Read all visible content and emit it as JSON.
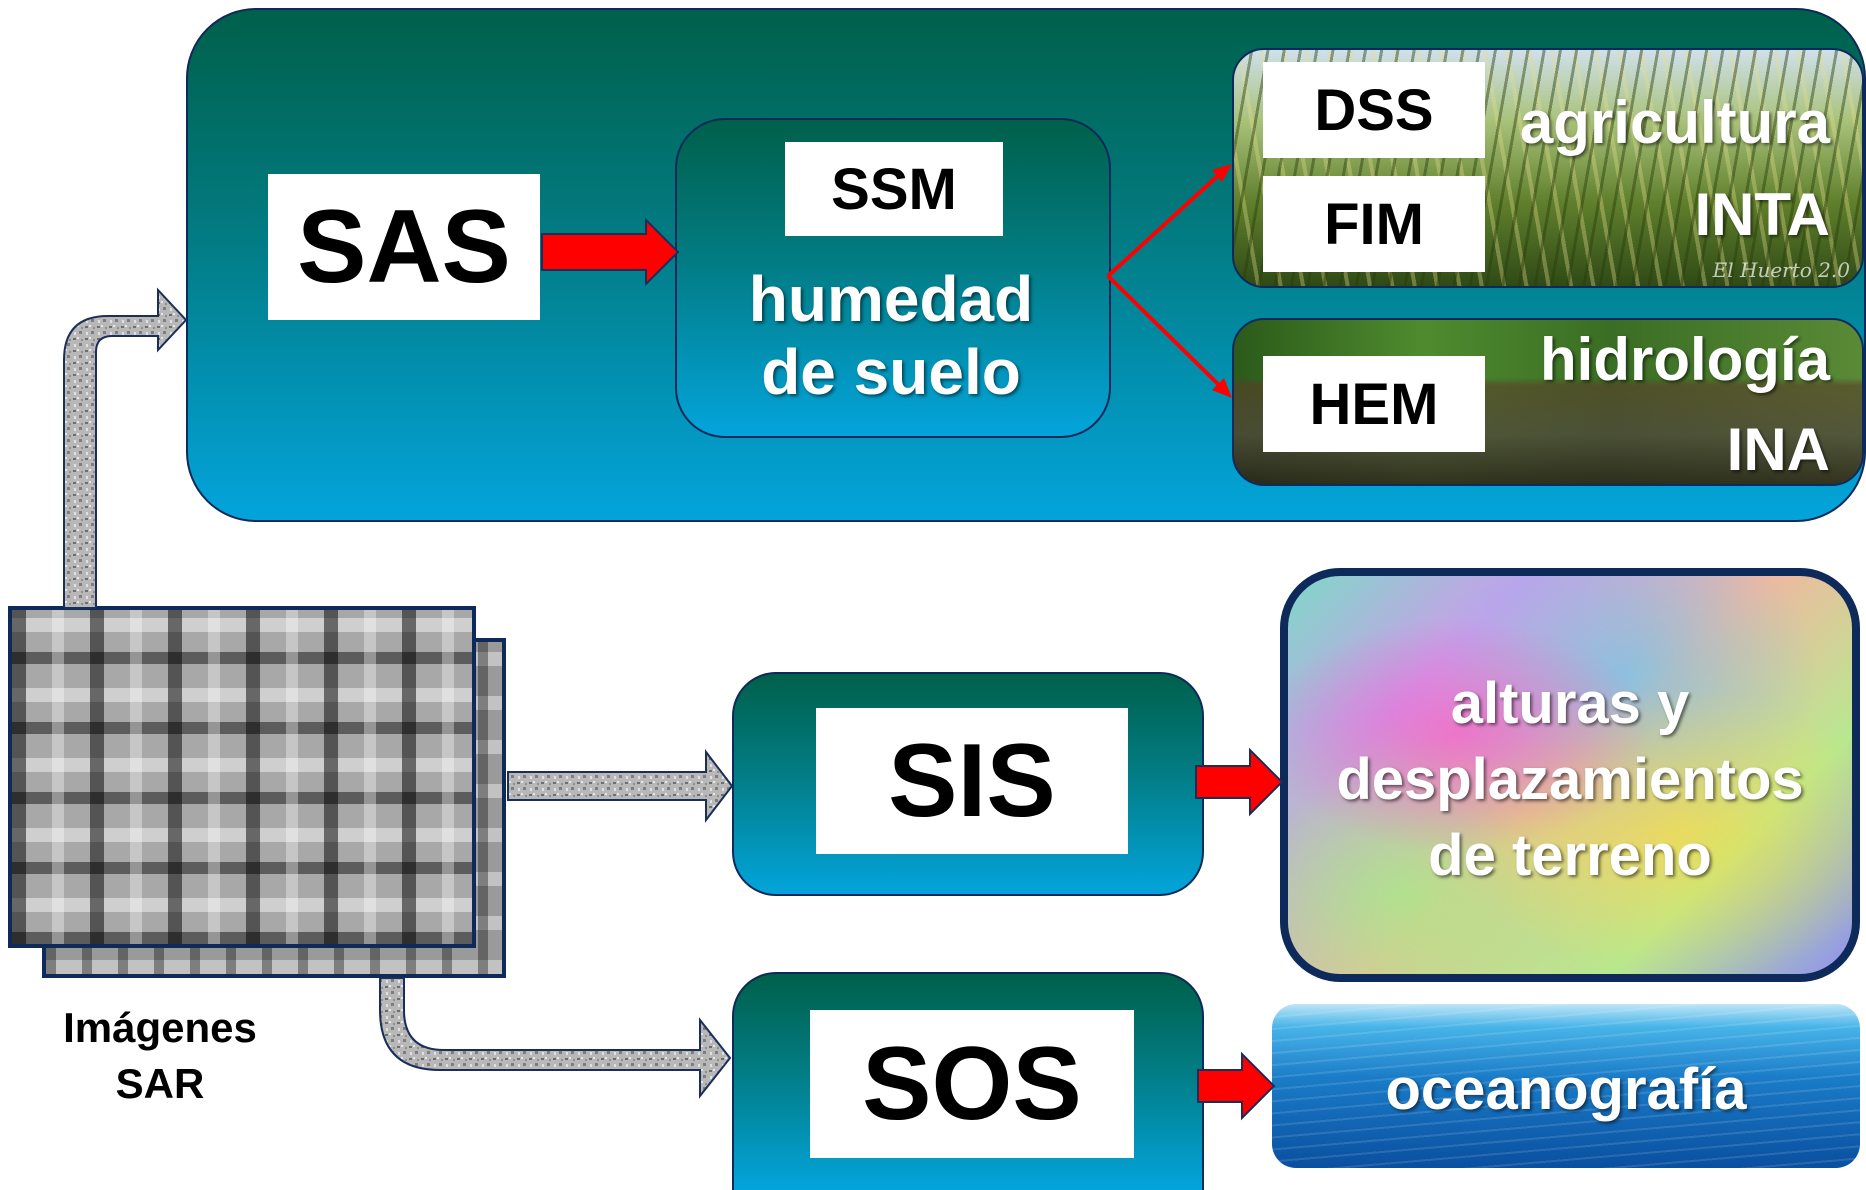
{
  "sas": {
    "label": "SAS"
  },
  "ssm": {
    "label": "SSM",
    "text_line1": "humedad",
    "text_line2": "de suelo"
  },
  "agri": {
    "dss_label": "DSS",
    "fim_label": "FIM",
    "title": "agricultura",
    "org": "INTA",
    "watermark": "El Huerto 2.0"
  },
  "hydro": {
    "hem_label": "HEM",
    "title": "hidrología",
    "org": "INA"
  },
  "sis": {
    "label": "SIS",
    "result_line1": "alturas y",
    "result_line2": "desplazamientos",
    "result_line3": "de terreno"
  },
  "sos": {
    "label": "SOS",
    "result": "oceanografía"
  },
  "sar": {
    "caption_line1": "Imágenes",
    "caption_line2": "SAR"
  },
  "colors": {
    "panel_top": "#00604a",
    "panel_bottom": "#03a4dc",
    "arrow_red": "#ff0000",
    "border_navy": "#0d2a5a"
  }
}
